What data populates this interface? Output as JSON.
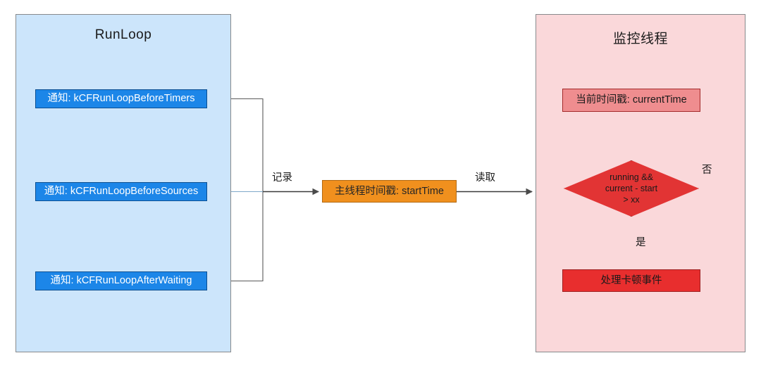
{
  "diagram": {
    "title_left": "RunLoop",
    "title_right": "监控线程"
  },
  "runloop": {
    "panel_title": "RunLoop",
    "notifications": [
      {
        "label": "通知: kCFRunLoopBeforeTimers"
      },
      {
        "label": "通知: kCFRunLoopBeforeSources"
      },
      {
        "label": "通知: kCFRunLoopAfterWaiting"
      }
    ]
  },
  "shared": {
    "start_time_box": "主线程时间戳: startTime"
  },
  "monitor": {
    "panel_title": "监控线程",
    "current_time_box": "当前时间戳: currentTime",
    "decision": {
      "line1": "running &&",
      "line2": "current - start",
      "line3": "> xx"
    },
    "handle_box": "处理卡顿事件"
  },
  "edges": {
    "record": "记录",
    "read": "读取",
    "no": "否",
    "yes": "是"
  },
  "colors": {
    "panel_left_bg": "#cce5fb",
    "panel_right_bg": "#fad8da",
    "notify_bg": "#1c86e8",
    "orange_bg": "#f0901e",
    "current_bg": "#ef8d8f",
    "diamond_bg": "#e23434",
    "handle_bg": "#e82e2e",
    "wire": "#5a5a5a"
  }
}
